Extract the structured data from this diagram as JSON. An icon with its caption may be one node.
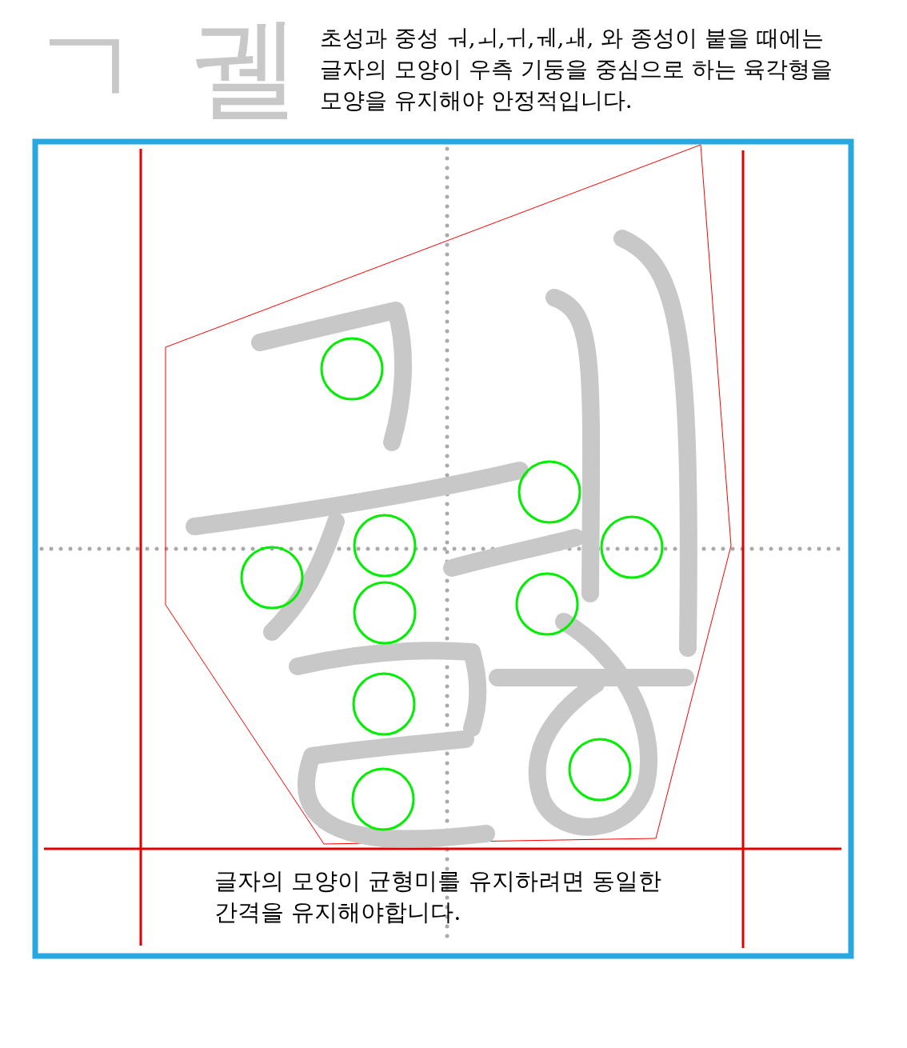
{
  "diagram": {
    "labels": [
      "ㄱ",
      "궬",
      "초성과 중성 ㅝ,ㅚ,ㅟ,ㅞ,ㅙ, 와 종성이 붙을 때에는 글자의 모양이 우측 기둥을 중심으로 하는 육각형을 모양을 유지해야 안정적입니다.",
      "글자의 모양이 균형미를 유지하려면 동일한 간격을 유지해야합니다."
    ]
  }
}
